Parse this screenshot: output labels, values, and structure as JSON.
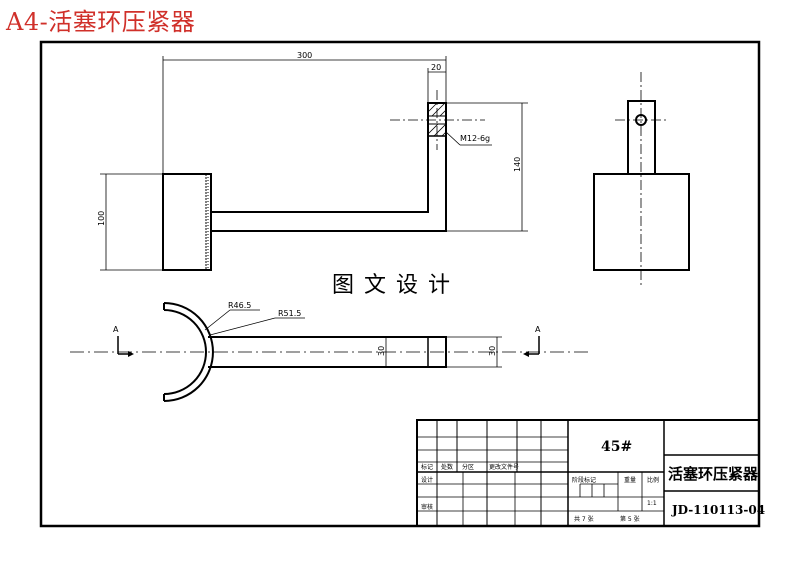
{
  "heading": "A4-活塞环压紧器",
  "watermark": "图文设计",
  "dimensions": {
    "length_300": "300",
    "width_20": "20",
    "thread": "M12-6g",
    "height_140": "140",
    "height_100": "100",
    "radius_inner": "R46.5",
    "radius_outer": "R51.5",
    "dia_30": "30",
    "dia_30_end": "30"
  },
  "section_marks": {
    "left": "A",
    "right": "A"
  },
  "title_block": {
    "material": "45#",
    "drawing_title": "活塞环压紧器",
    "drawing_code": "JD-110113-04",
    "header_labels": [
      "标记",
      "处数",
      "分区",
      "更改文件号"
    ],
    "row_designer": "设计",
    "row_reviewer": "审核",
    "stage_label": "阶段标记",
    "weight_label": "重量",
    "scale_label": "比例",
    "scale_value": "1:1",
    "sheets_total": "共 7 张",
    "sheet_no": "第 5 张"
  }
}
